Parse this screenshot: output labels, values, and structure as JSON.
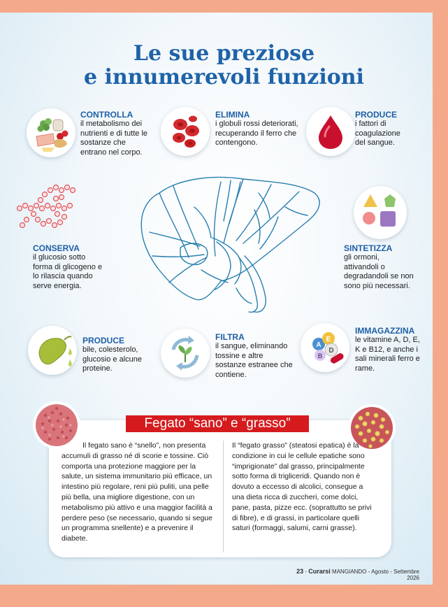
{
  "title_line1": "Le sue preziose",
  "title_line2": "e innumerevoli funzioni",
  "functions": [
    {
      "head": "CONTROLLA",
      "body": "il metabolismo dei nutrienti e di tutte le sostanze che entrano nel corpo."
    },
    {
      "head": "ELIMINA",
      "body": "i globuli rossi deteriorati, recuperando il ferro che contengono."
    },
    {
      "head": "PRODUCE",
      "body": "i fattori di coagulazione del sangue."
    },
    {
      "head": "CONSERVA",
      "body": "il glucosio sotto forma di glicogeno e lo rilascia quando serve energia."
    },
    {
      "head": "SINTETIZZA",
      "body": "gli ormoni, attivandoli o degradandoli se non sono più necessari."
    },
    {
      "head": "PRODUCE",
      "body": "bile, colesterolo, glucosio e alcune proteine."
    },
    {
      "head": "FILTRA",
      "body": "il sangue, eliminando tossine e altre sostanze estranee che contiene."
    },
    {
      "head": "IMMAGAZZINA",
      "body": "le vitamine A, D, E, K e B12, e anche i sali minerali ferro e rame."
    }
  ],
  "vitamin_labels": [
    "A",
    "E",
    "D",
    "B"
  ],
  "box": {
    "title": "Fegato “sano” e “grasso”",
    "left_text": "Il fegato sano è “snello”, non presenta accumuli di grasso né di scorie e tossine. Ciò comporta una protezione maggiore per la salute, un sistema immunitario più efficace, un intestino più regolare, reni più puliti, una pelle più bella, una migliore digestione, con un metabolismo più attivo e una maggior facilità a perdere peso (se necessario, quando si segue un programma snellente) e a prevenire il diabete.",
    "right_text": "Il “fegato grasso” (steatosi epatica) è la condizione in cui le cellule epatiche sono “imprigionate” dal grasso, principalmente sotto forma di trigliceridi. Quando non è dovuto a eccesso di alcolici, consegue a una dieta ricca di zuccheri, come dolci, pane, pasta, pizze ecc. (soprattutto se privi di fibre), e di grassi, in particolare quelli saturi (formaggi, salumi, carni grasse)."
  },
  "footer": {
    "page": "23",
    "magazine": "Curarsi",
    "section": "MANGIANDO",
    "issue": "Agosto - Settembre 2026"
  },
  "colors": {
    "title": "#1f63a8",
    "heading": "#1f5fa6",
    "banner": "#d51b1e",
    "frame": "#f4a98a",
    "liver_line": "#2a7fb0"
  }
}
